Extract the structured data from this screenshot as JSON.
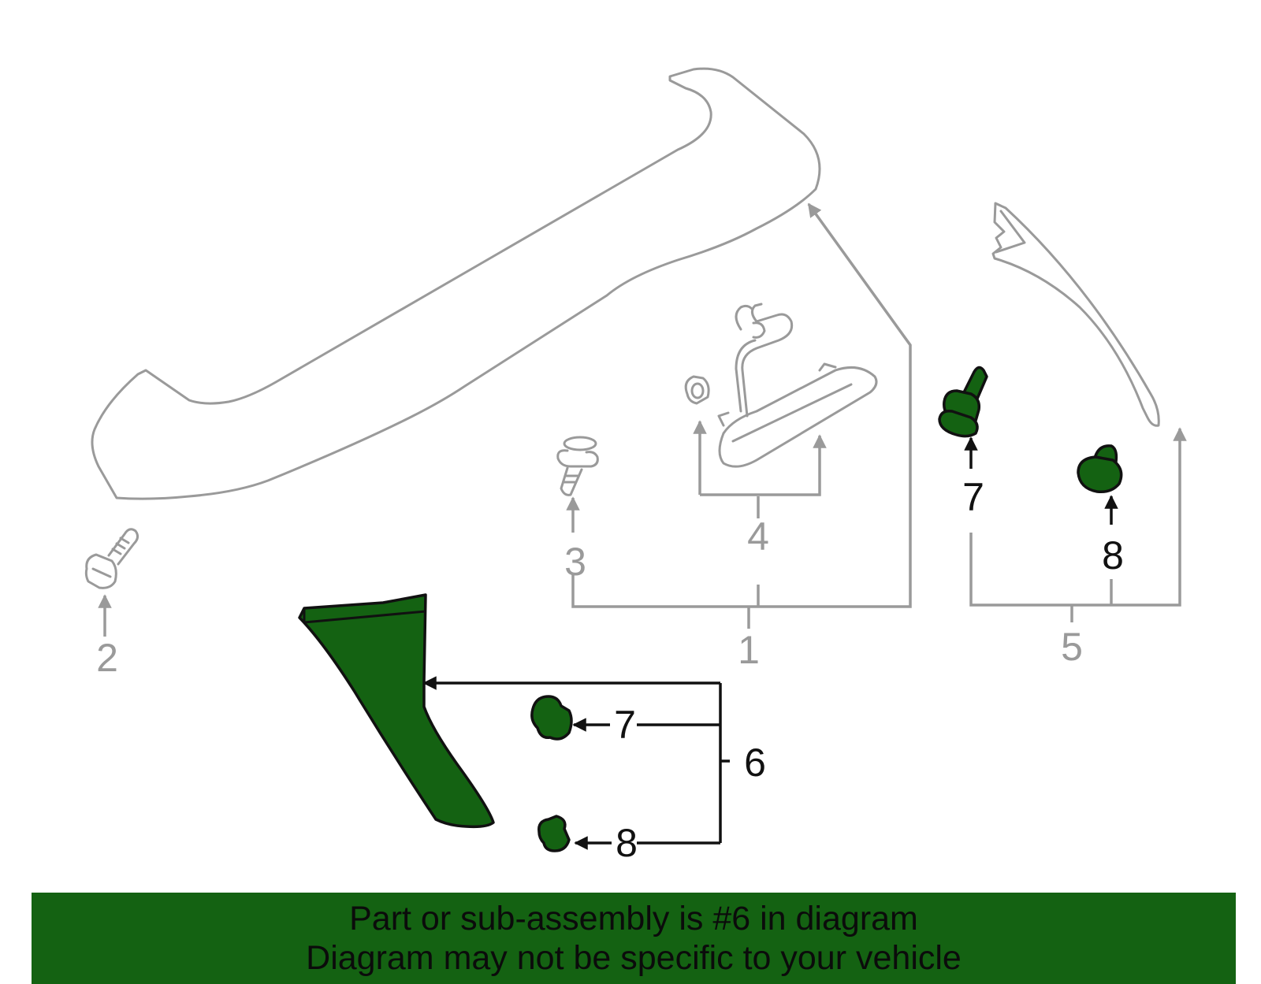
{
  "callouts": {
    "c1": "1",
    "c2": "2",
    "c3": "3",
    "c4": "4",
    "c5": "5",
    "c6": "6",
    "c7_top": "7",
    "c8_top": "8",
    "c7_bottom": "7",
    "c8_bottom": "8"
  },
  "banner": {
    "line1": "Part or sub-assembly is #6 in diagram",
    "line2": "Diagram may not be specific to your vehicle"
  },
  "colors": {
    "highlight": "#146212",
    "ghost": "#9a9a9a",
    "ink": "#111111"
  }
}
